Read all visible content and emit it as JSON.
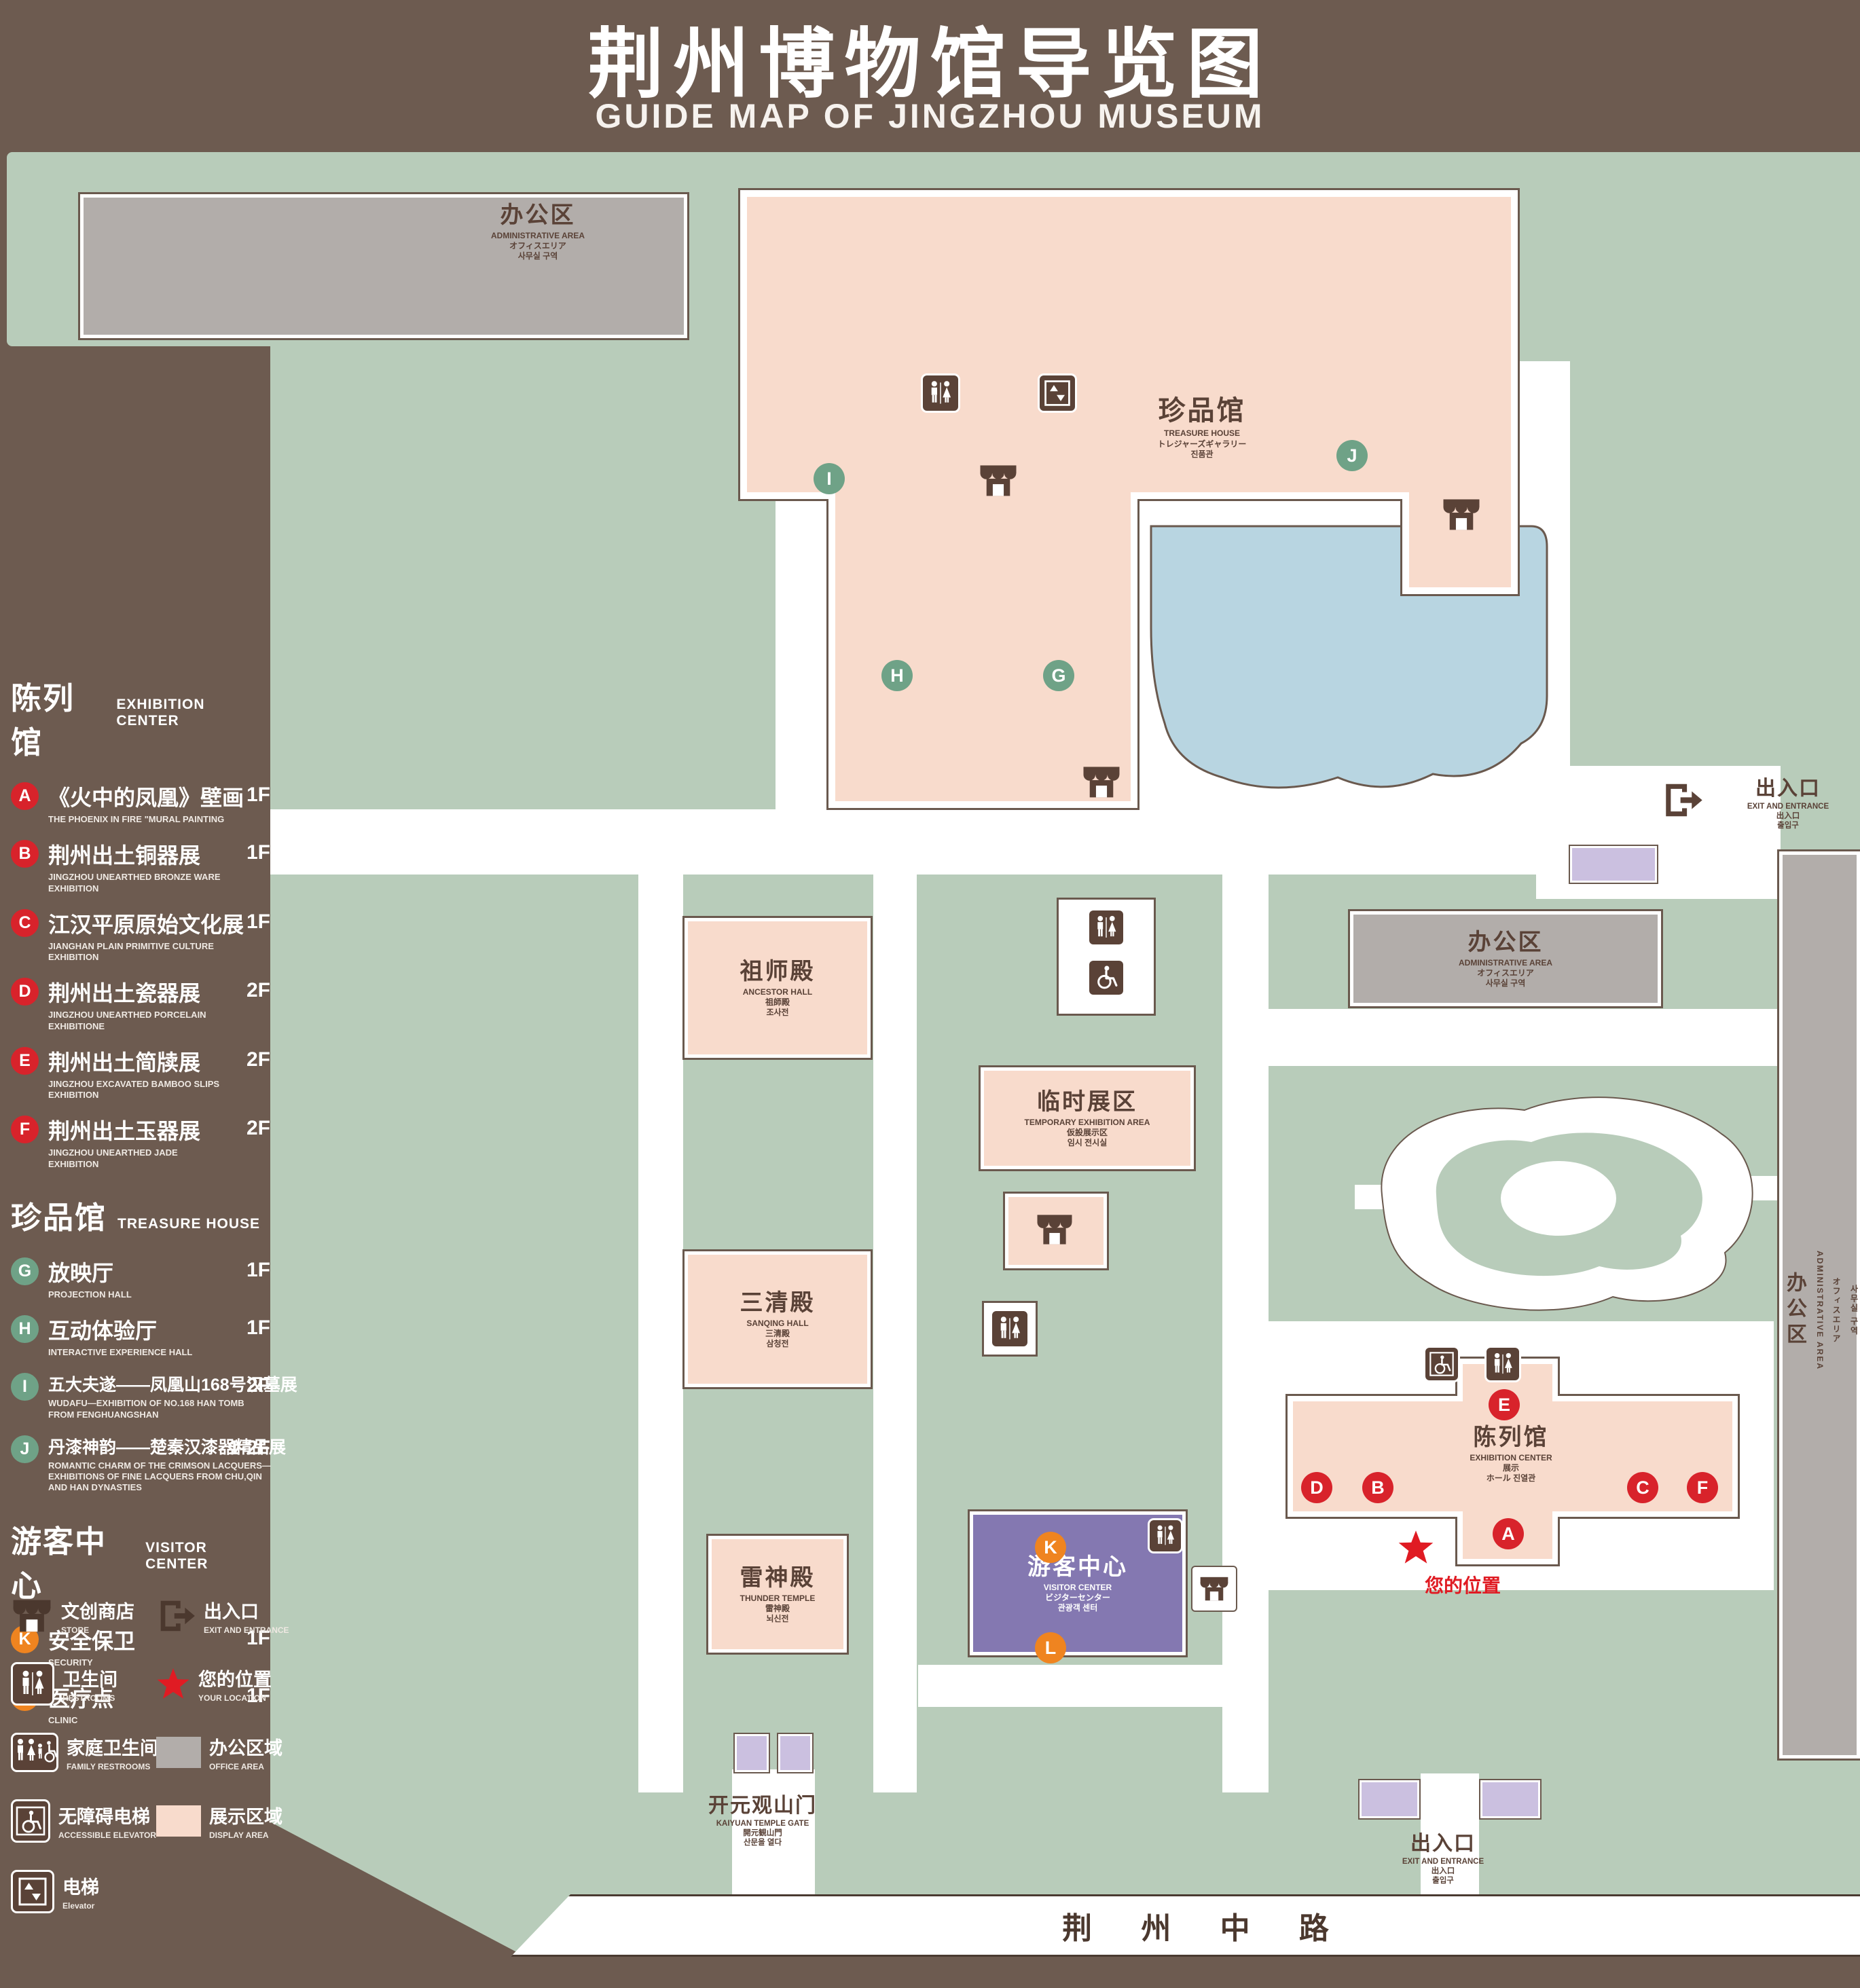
{
  "title": {
    "zh": "荆州博物馆导览图",
    "en": "GUIDE MAP OF JINGZHOU MUSEUM"
  },
  "colors": {
    "background": "#6d5b50",
    "grounds_green": "#b8ccba",
    "display_area_pink": "#f8dbcc",
    "office_gray": "#b2adaa",
    "pond_blue": "#b8d5e1",
    "visitor_purple": "#8478b1",
    "entrance_lavender": "#cbc0e0",
    "icon_brown": "#5a4237",
    "marker_red": "#d8232b",
    "marker_green": "#6fa287",
    "marker_orange": "#ef8420",
    "location_red": "#e01b23"
  },
  "legend": {
    "sections": [
      {
        "zh": "陈列馆",
        "en": "EXHIBITION CENTER",
        "items": [
          {
            "id": "A",
            "zh": "《火中的凤凰》壁画",
            "en": "THE PHOENIX IN FIRE \"MURAL PAINTING",
            "floor": "1F"
          },
          {
            "id": "B",
            "zh": "荆州出土铜器展",
            "en": "JINGZHOU UNEARTHED BRONZE WARE EXHIBITION",
            "floor": "1F"
          },
          {
            "id": "C",
            "zh": "江汉平原原始文化展",
            "en": "JIANGHAN PLAIN PRIMITIVE CULTURE EXHIBITION",
            "floor": "1F"
          },
          {
            "id": "D",
            "zh": "荆州出土瓷器展",
            "en": "JINGZHOU UNEARTHED PORCELAIN EXHIBITIONE",
            "floor": "2F"
          },
          {
            "id": "E",
            "zh": "荆州出土简牍展",
            "en": "JINGZHOU EXCAVATED BAMBOO SLIPS EXHIBITION",
            "floor": "2F"
          },
          {
            "id": "F",
            "zh": "荆州出土玉器展",
            "en": "JINGZHOU UNEARTHED JADE EXHIBITION",
            "floor": "2F"
          }
        ]
      },
      {
        "zh": "珍品馆",
        "en": "TREASURE HOUSE",
        "items": [
          {
            "id": "G",
            "zh": "放映厅",
            "en": "PROJECTION HALL",
            "floor": "1F"
          },
          {
            "id": "H",
            "zh": "互动体验厅",
            "en": "INTERACTIVE EXPERIENCE HALL",
            "floor": "1F"
          },
          {
            "id": "I",
            "zh": "五大夫遂——凤凰山168号汉墓展",
            "en": "WUDAFU—EXHIBITION OF NO.168 HAN TOMB FROM FENGHUANGSHAN",
            "floor": "2F"
          },
          {
            "id": "J",
            "zh": "丹漆神韵——楚秦汉漆器精品展",
            "en": "ROMANTIC CHARM OF THE CRIMSON LACQUERS—EXHIBITIONS OF FINE LACQUERS FROM CHU,QIN AND HAN DYNASTIES",
            "floor": "1-2F"
          }
        ]
      },
      {
        "zh": "游客中心",
        "en": "VISITOR CENTER",
        "items": [
          {
            "id": "K",
            "zh": "安全保卫",
            "en": "SECURITY",
            "floor": "1F"
          },
          {
            "id": "L",
            "zh": "医疗点",
            "en": "CLINIC",
            "floor": "1F"
          }
        ]
      }
    ],
    "symbols": [
      {
        "zh": "文创商店",
        "en": "STORE"
      },
      {
        "zh": "出入口",
        "en": "EXIT AND ENTRANCE"
      },
      {
        "zh": "卫生间",
        "en": "RESTROOMS"
      },
      {
        "zh": "您的位置",
        "en": "YOUR LOCATION"
      },
      {
        "zh": "家庭卫生间",
        "en": "FAMILY RESTROOMS"
      },
      {
        "zh": "办公区域",
        "en": "OFFICE AREA"
      },
      {
        "zh": "无障碍电梯",
        "en": "ACCESSIBLE ELEVATOR"
      },
      {
        "zh": "展示区域",
        "en": "DISPLAY AREA"
      },
      {
        "zh": "电梯",
        "en": "Elevator"
      }
    ]
  },
  "map": {
    "admin_top": {
      "zh": "办公区",
      "en": "ADMINISTRATIVE AREA",
      "ja": "オフィスエリア",
      "ko": "사무실 구역"
    },
    "treasure": {
      "zh": "珍品馆",
      "en": "TREASURE HOUSE",
      "ja": "トレジャーズギャラリー",
      "ko": "진품관"
    },
    "ancestor": {
      "zh": "祖师殿",
      "en": "ANCESTOR HALL",
      "ja": "祖師殿",
      "ko": "조사전"
    },
    "admin_mid": {
      "zh": "办公区",
      "en": "ADMINISTRATIVE AREA",
      "ja": "オフィスエリア",
      "ko": "사무실 구역"
    },
    "temp": {
      "zh": "临时展区",
      "en": "TEMPORARY EXHIBITION AREA",
      "ja": "仮設展示区",
      "ko": "임시 전시실"
    },
    "sanqing": {
      "zh": "三清殿",
      "en": "SANQING HALL",
      "ja": "三清殿",
      "ko": "삼청전"
    },
    "thunder": {
      "zh": "雷神殿",
      "en": "THUNDER TEMPLE",
      "ja": "雷神殿",
      "ko": "뇌신전"
    },
    "visitor": {
      "zh": "游客中心",
      "en": "VISITOR CENTER",
      "ja": "ビジターセンター",
      "ko": "관광객 센터"
    },
    "exhibition": {
      "zh": "陈列馆",
      "en": "EXHIBITION CENTER",
      "sub1": "展示",
      "sub2": "ホール 진열관"
    },
    "gate": {
      "zh": "开元观山门",
      "en": "KAIYUAN TEMPLE GATE",
      "ja": "開元観山門",
      "ko": "산문을 열다"
    },
    "exit_right": {
      "zh": "出入口",
      "en": "EXIT AND ENTRANCE",
      "ja": "出入口",
      "ko": "출입구"
    },
    "exit_bottom": {
      "zh": "出入口",
      "en": "EXIT AND ENTRANCE",
      "ja": "出入口",
      "ko": "출입구"
    },
    "admin_right": {
      "zh": "办公区",
      "en": "ADMINISTRATIVE AREA",
      "ja": "オフィスエリア",
      "ko": "사무실 구역"
    },
    "road": "荆 州 中 路",
    "your_location": "您的位置",
    "markers": {
      "A": "A",
      "B": "B",
      "C": "C",
      "D": "D",
      "E": "E",
      "F": "F",
      "G": "G",
      "H": "H",
      "I": "I",
      "J": "J",
      "K": "K",
      "L": "L"
    }
  }
}
